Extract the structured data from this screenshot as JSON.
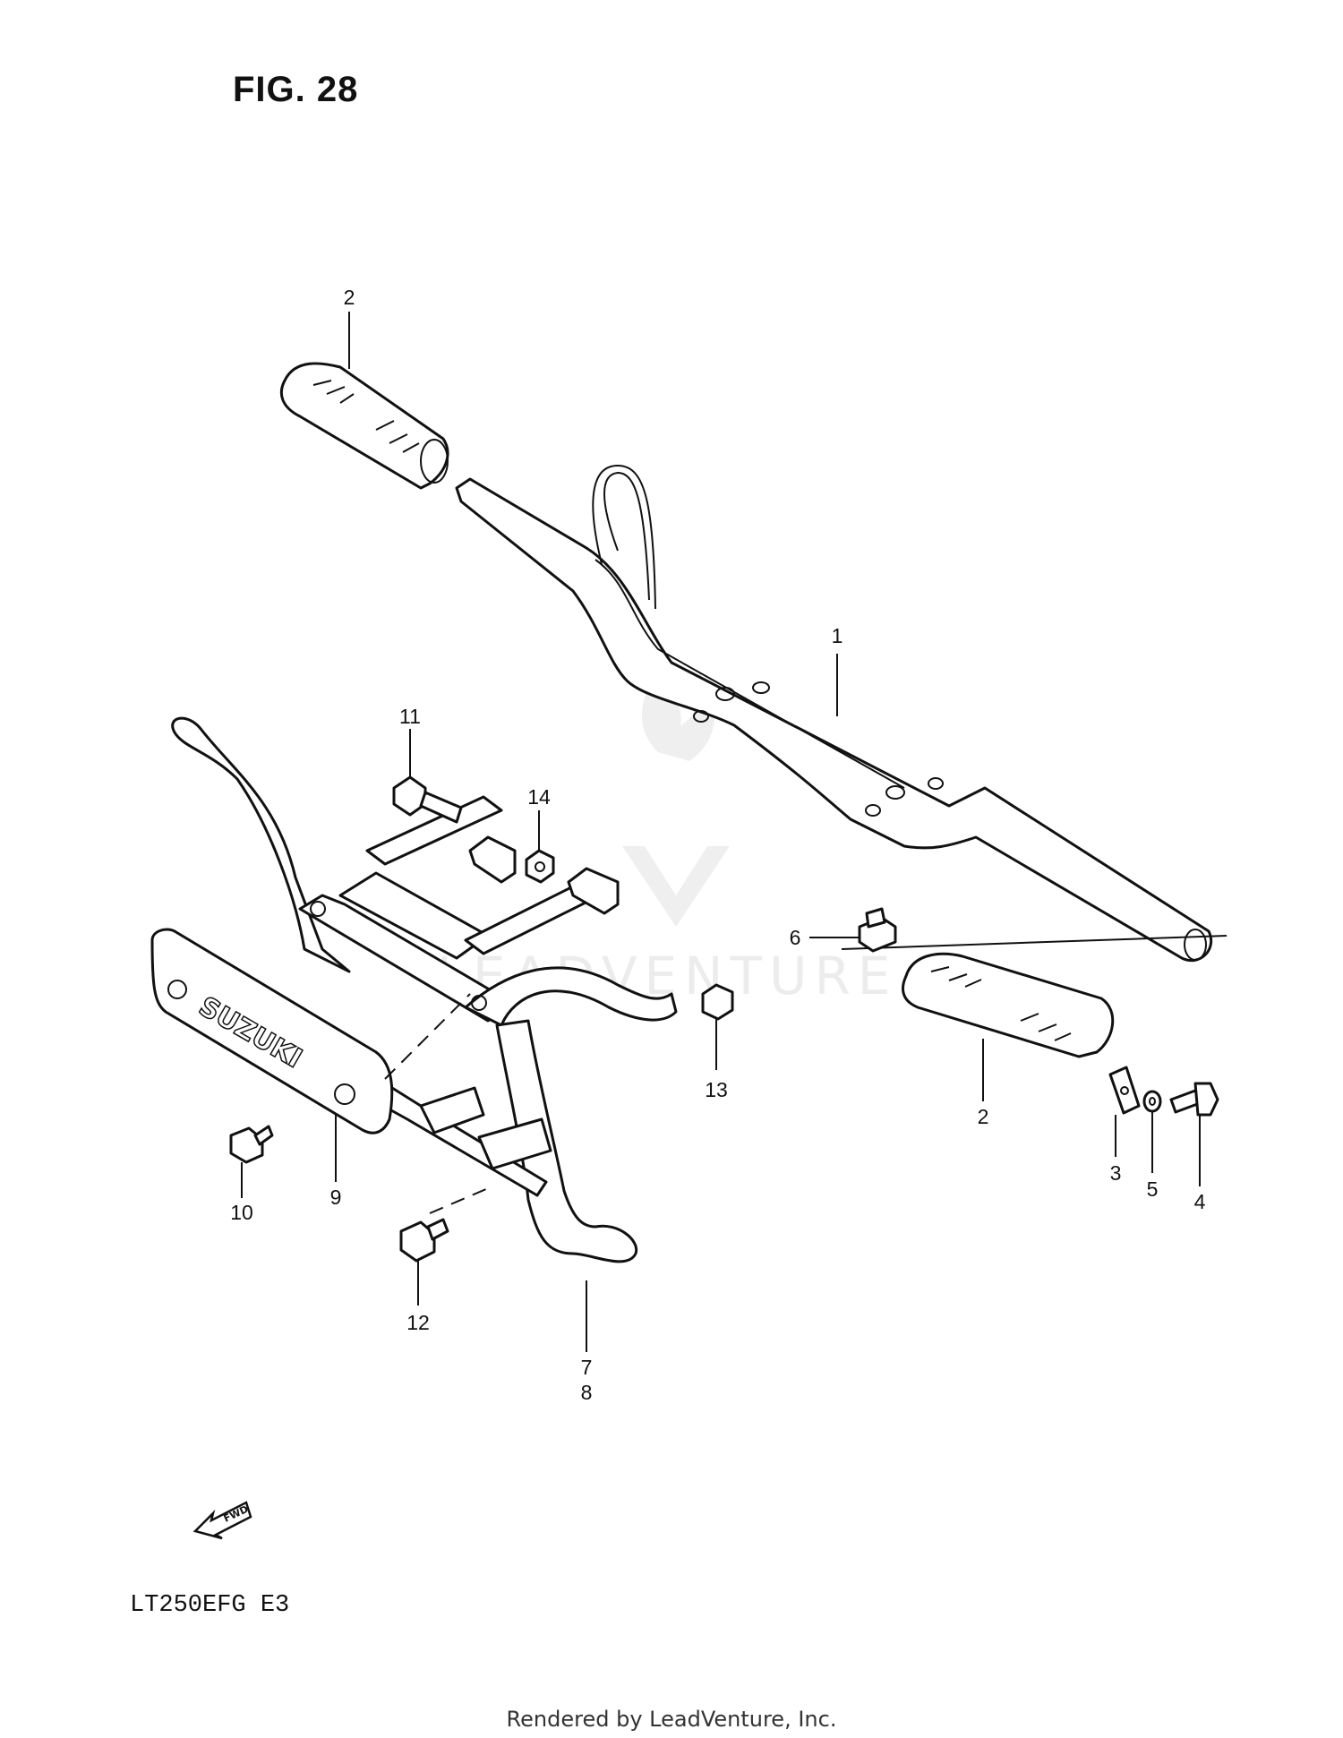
{
  "figure_title": "FIG. 28",
  "model_code": "LT250EFG  E3",
  "footer": "Rendered by LeadVenture, Inc.",
  "watermark": "LEADVENTURE",
  "part_logo_text": "SUZUKI",
  "fwd_label": "FWD",
  "callouts": [
    {
      "id": "c1",
      "label": "1"
    },
    {
      "id": "c2a",
      "label": "2"
    },
    {
      "id": "c2b",
      "label": "2"
    },
    {
      "id": "c3",
      "label": "3"
    },
    {
      "id": "c4",
      "label": "4"
    },
    {
      "id": "c5",
      "label": "5"
    },
    {
      "id": "c6",
      "label": "6"
    },
    {
      "id": "c7",
      "label": "7"
    },
    {
      "id": "c8",
      "label": "8"
    },
    {
      "id": "c9",
      "label": "9"
    },
    {
      "id": "c10",
      "label": "10"
    },
    {
      "id": "c11",
      "label": "11"
    },
    {
      "id": "c12",
      "label": "12"
    },
    {
      "id": "c13",
      "label": "13"
    },
    {
      "id": "c14",
      "label": "14"
    }
  ]
}
